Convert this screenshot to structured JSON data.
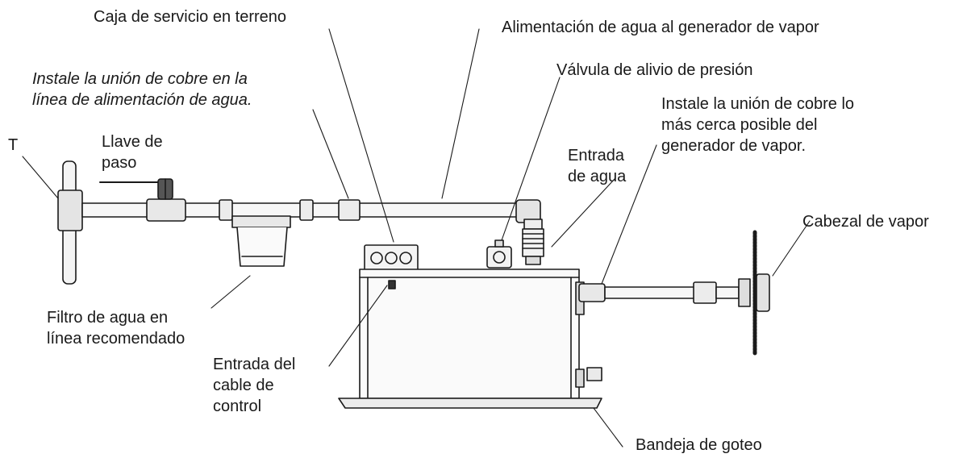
{
  "labels": {
    "caja": "Caja de servicio en terreno",
    "alimentacion": "Alimentación de agua al generador de vapor",
    "instale_union_l1": "Instale la unión de cobre en la",
    "instale_union_l2": "línea de alimentación de agua.",
    "valvula": "Válvula de alivio de presión",
    "instale_cerca_l1": "Instale la unión de cobre lo",
    "instale_cerca_l2": "más cerca posible del",
    "instale_cerca_l3": "generador de vapor.",
    "t": "T",
    "llave_l1": "Llave de",
    "llave_l2": "paso",
    "entrada_agua_l1": "Entrada",
    "entrada_agua_l2": "de agua",
    "cabezal": "Cabezal de vapor",
    "filtro_l1": "Filtro de agua en",
    "filtro_l2": "línea recomendado",
    "cable_l1": "Entrada del",
    "cable_l2": "cable de",
    "cable_l3": "control",
    "bandeja": "Bandeja de goteo"
  },
  "colors": {
    "line": "#1a1a1a",
    "fill_light": "#f4f4f4",
    "fill_mid": "#d8d8d8"
  }
}
